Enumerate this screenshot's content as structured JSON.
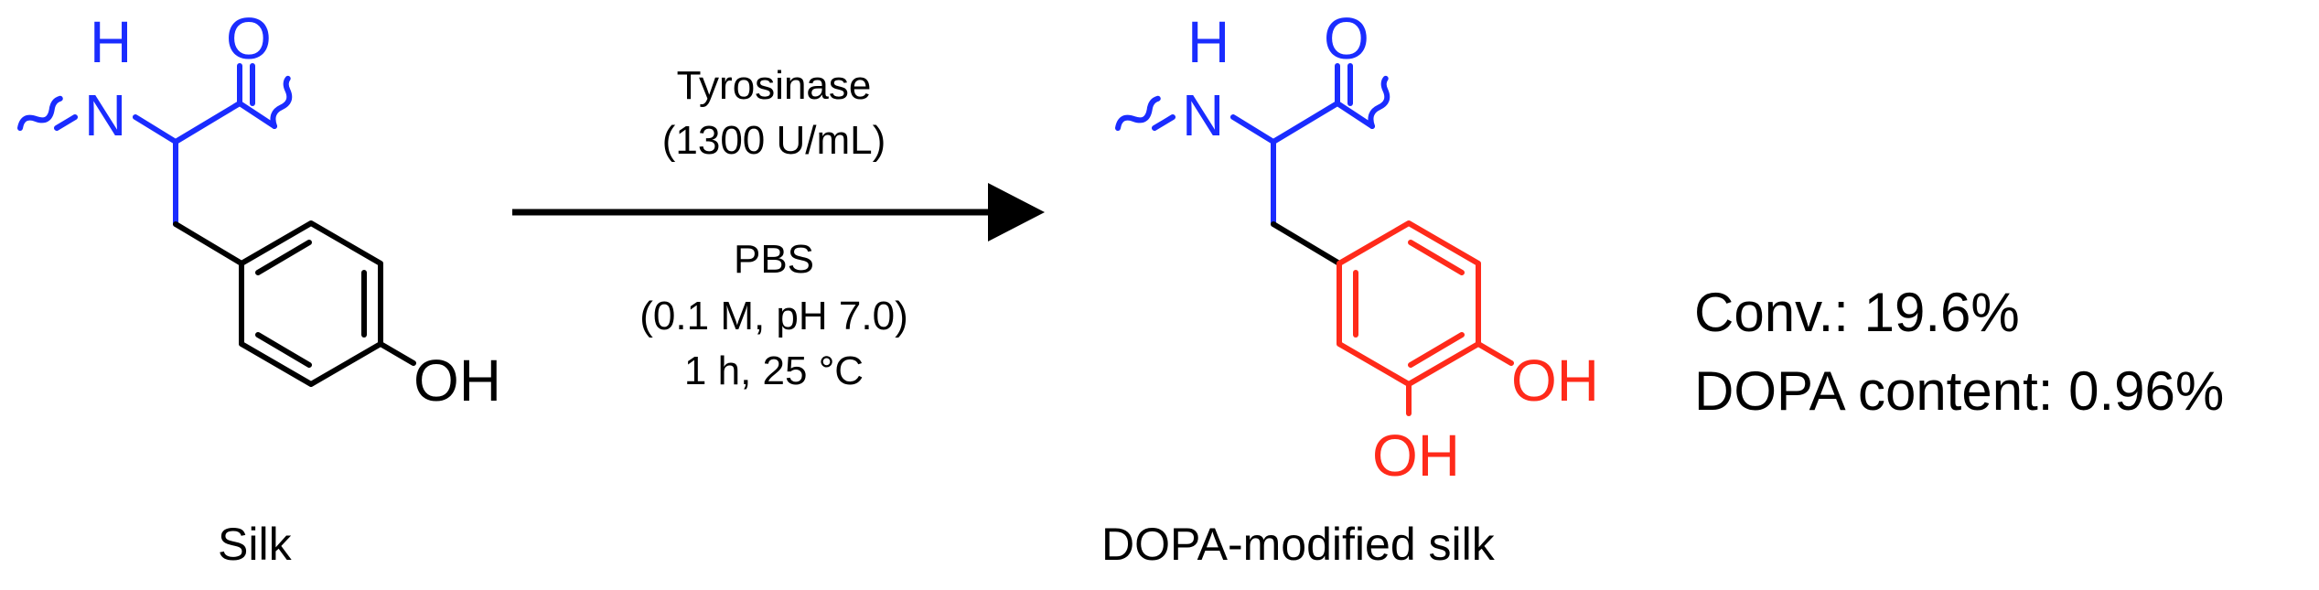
{
  "reactant": {
    "atoms": {
      "nh_h": "H",
      "nh_n": "N",
      "carbonyl_o": "O",
      "hydroxyl": "OH"
    },
    "name": "Silk"
  },
  "product": {
    "atoms": {
      "nh_h": "H",
      "nh_n": "N",
      "carbonyl_o": "O",
      "hydroxyl_para": "OH",
      "hydroxyl_meta": "OH"
    },
    "name": "DOPA-modified silk"
  },
  "conditions": {
    "above": [
      "Tyrosinase",
      "(1300 U/mL)"
    ],
    "below": [
      "PBS",
      "(0.1 M, pH 7.0)",
      "1 h, 25 °C"
    ]
  },
  "results": {
    "conversion": "Conv.: 19.6%",
    "dopa_content": "DOPA content: 0.96%"
  },
  "colors": {
    "backbone": "#1a2cff",
    "ring_black": "#000000",
    "catechol": "#ff2a1a"
  }
}
